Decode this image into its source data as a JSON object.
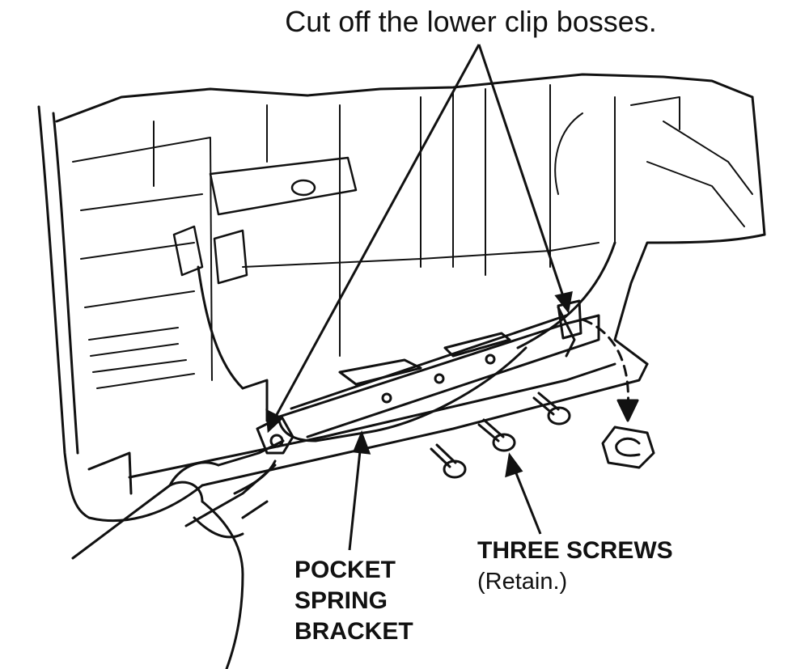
{
  "diagram": {
    "title": "Cut off the lower clip bosses.",
    "bracket_label": [
      "POCKET",
      "SPRING",
      "BRACKET"
    ],
    "screws_label": "THREE SCREWS",
    "screws_note": "(Retain.)",
    "colors": {
      "line": "#111111",
      "background": "#ffffff"
    }
  }
}
